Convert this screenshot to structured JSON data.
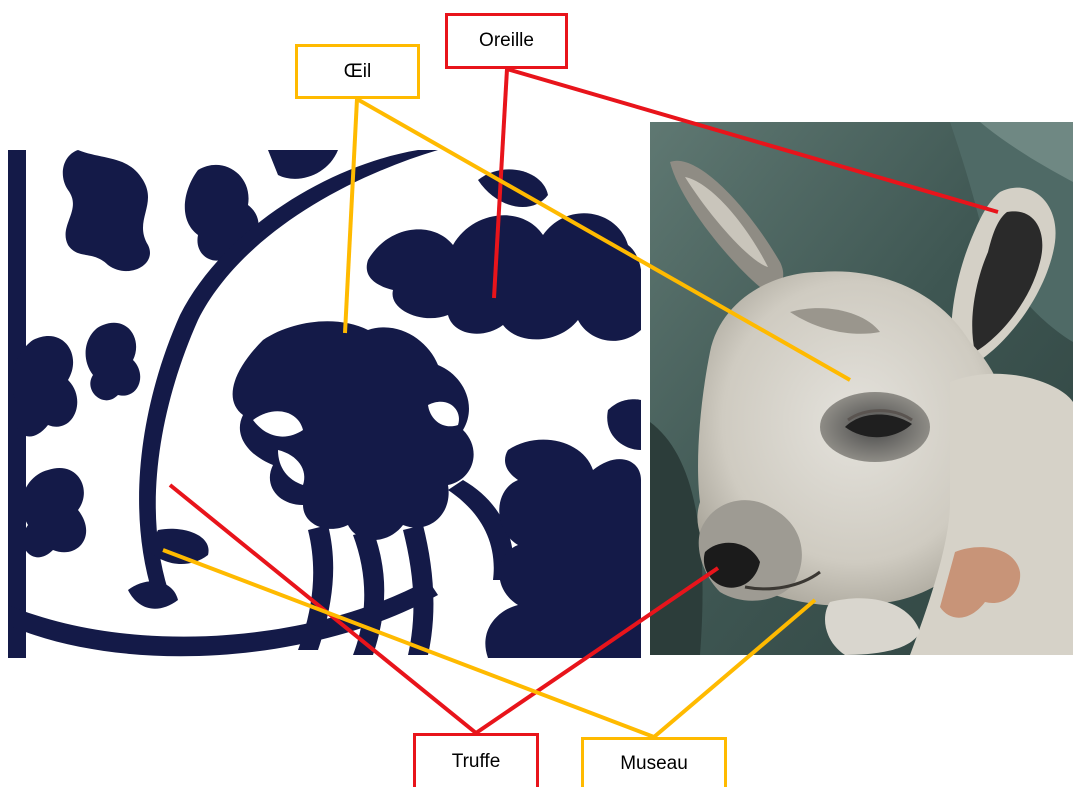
{
  "labels": {
    "oreille": "Oreille",
    "oeil": "Œil",
    "truffe": "Truffe",
    "museau": "Museau"
  },
  "colors": {
    "red": "#e8141b",
    "yellow": "#ffba00",
    "navy": "#141a48"
  }
}
